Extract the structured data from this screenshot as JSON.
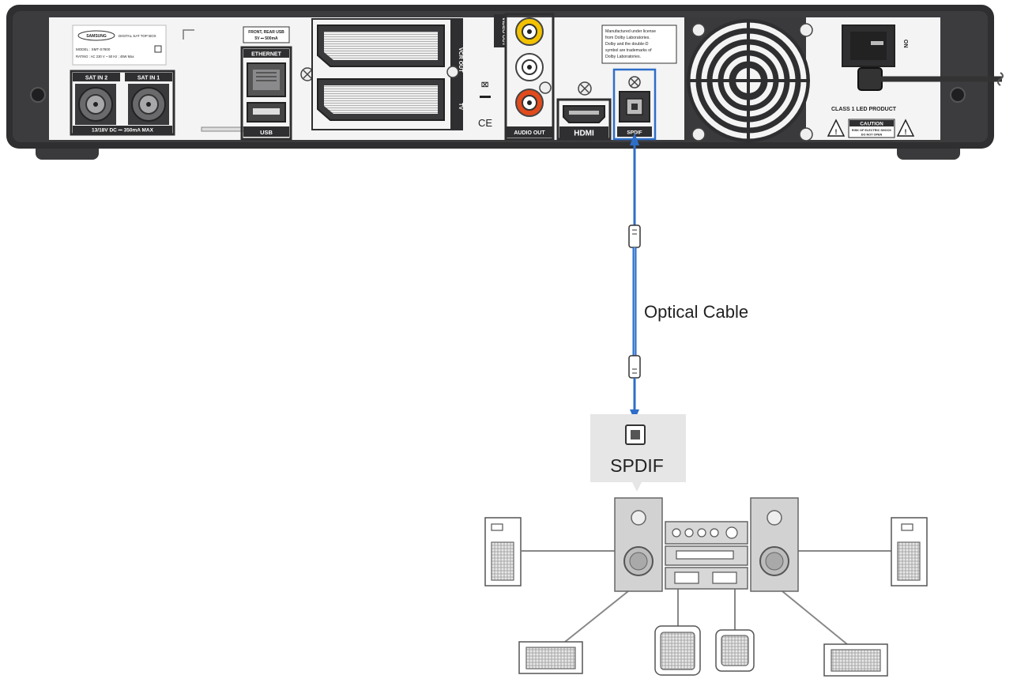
{
  "receiver": {
    "brand": "SAMSUNG",
    "model_title": "DIGITAL SAT TOP BOX",
    "model_line": "MODEL : SMT-S7800",
    "rating_line": "RATING : AC 230 V ~ 50 Hz ; 45W Max",
    "sat_in_2": "SAT IN 2",
    "sat_in_1": "SAT IN 1",
    "sat_power": "13/18V DC ⎓ 350mA MAX",
    "front_rear_usb": "FRONT, REAR USB",
    "usb_rating": "5V ⎓ 500mA",
    "ethernet": "ETHERNET",
    "usb": "USB",
    "vcr_out": "VCR OUT",
    "tv": "TV",
    "video_out": "VIDEO OUT",
    "audio_out": "AUDIO OUT",
    "ce_mark": "CE",
    "hdmi": "HDMI",
    "spdif_port": "SPDIF",
    "dolby_note_1": "Manufactured under license",
    "dolby_note_2": "from Dolby Laboratories.",
    "dolby_note_3": "Dolby and the double-D",
    "dolby_note_4": "symbol are trademarks of",
    "dolby_note_5": "Dolby Laboratories.",
    "on": "ON",
    "class_1_led": "CLASS 1 LED PRODUCT",
    "caution": "CAUTION",
    "caution_sub_1": "RISK OF ELECTRIC SHOCK",
    "caution_sub_2": "DO NOT OPEN"
  },
  "cable": {
    "label": "Optical Cable",
    "color": "#2e6ec8"
  },
  "audio_system": {
    "input_label": "SPDIF",
    "callout_color": "#e6e6e6"
  },
  "colors": {
    "panel": "#2f2f31",
    "face": "#f4f4f4",
    "video_yellow": "#f2c200",
    "audio_white": "#ffffff",
    "audio_red": "#e04a1c"
  }
}
